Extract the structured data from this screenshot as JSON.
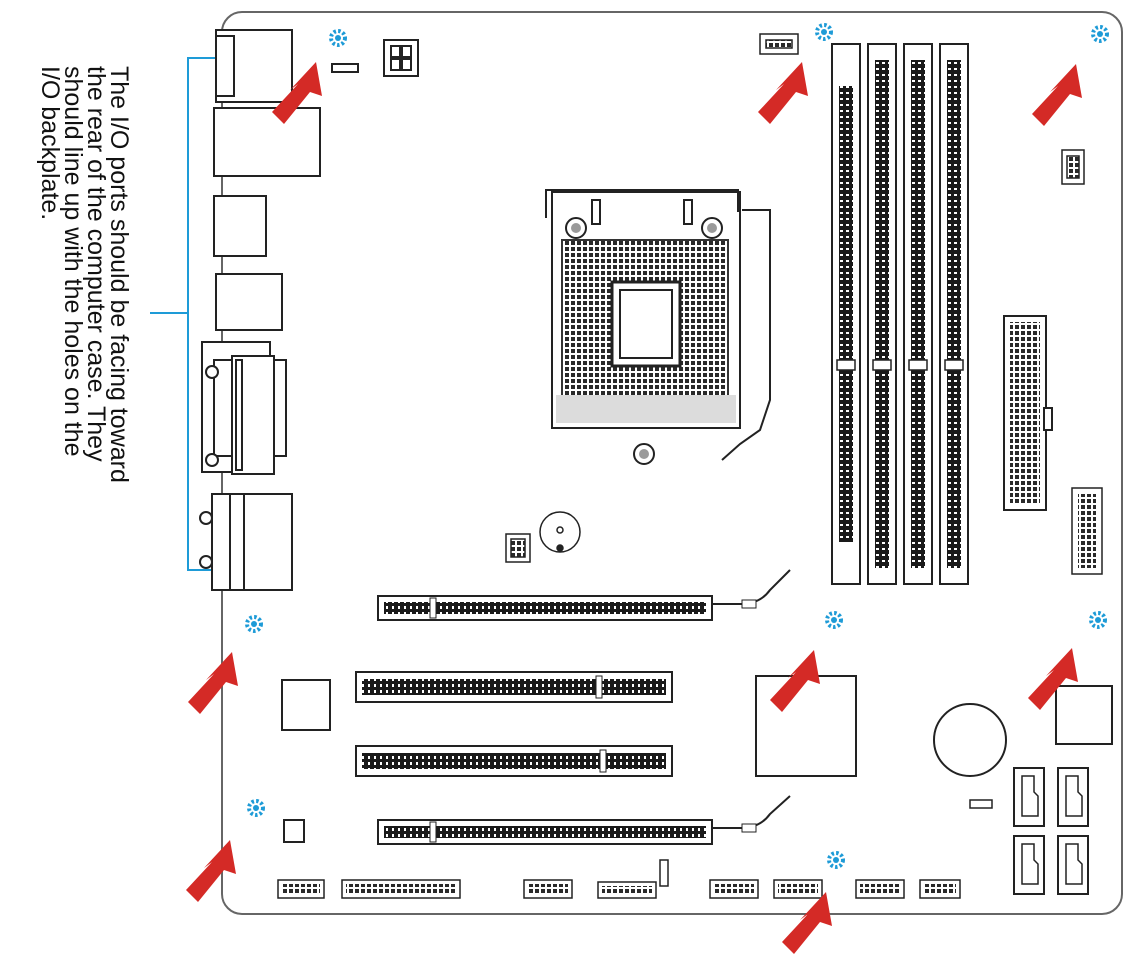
{
  "annotation": {
    "lines": [
      "The I/O ports should be facing toward",
      "the rear of the computer case. They",
      "should line up with the holes on the",
      "I/O backplate."
    ]
  },
  "colors": {
    "board_outline": "#555555",
    "component_stroke": "#222222",
    "slot_fill": "#1a1a1a",
    "arrow": "#d42a26",
    "screw_hole": "#1e9bd7",
    "callout_line": "#1e9bd7"
  },
  "icons": {
    "mounting_hole": "dotted-ring-icon",
    "pointer": "red-arrow-icon"
  }
}
